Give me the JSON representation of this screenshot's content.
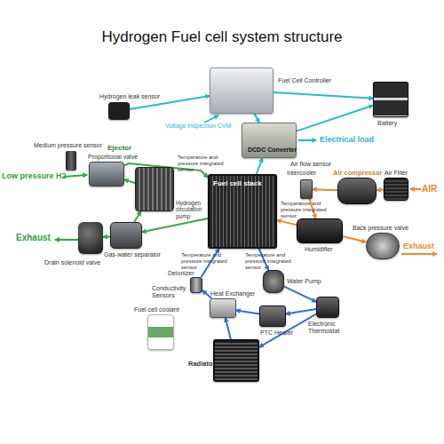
{
  "diagram": {
    "title": "Hydrogen Fuel cell system structure",
    "nodes": [
      {
        "text": [
          "Hydrogen leak sensor"
        ]
      },
      {
        "text": [
          "Fuel Cell Controller"
        ]
      },
      {
        "text": [
          "Battery"
        ]
      },
      {
        "text": [
          "DCDC Converter"
        ]
      },
      {
        "text": [
          "Medium pressure sensor"
        ]
      },
      {
        "text": [
          "Ejector",
          "Proportional valve"
        ]
      },
      {
        "text": [
          "Hydrogen circulation pump"
        ]
      },
      {
        "text": [
          "Fuel cell stack"
        ]
      },
      {
        "text": [
          "Gas-water separator"
        ]
      },
      {
        "text": [
          "Drain solenoid valve"
        ]
      },
      {
        "text": [
          "Air flow sensor",
          "Intercooler"
        ]
      },
      {
        "text": [
          "Air compressor"
        ]
      },
      {
        "text": [
          "Air Filter"
        ]
      },
      {
        "text": [
          "Humidifier"
        ]
      },
      {
        "text": [
          "Back pressure valve"
        ]
      },
      {
        "text": [
          "Water Pump"
        ]
      },
      {
        "text": [
          "Deionizer",
          "Conductivity Sensors"
        ]
      },
      {
        "text": [
          "Heat Exchanger"
        ]
      },
      {
        "text": [
          "Electronic Thermostat"
        ]
      },
      {
        "text": [
          "PTC Heater"
        ]
      },
      {
        "text": [
          "Fuel cell coolant"
        ]
      },
      {
        "text": [
          "Radiator"
        ]
      }
    ],
    "edges": [
      {
        "from": 0,
        "to": 1,
        "arrow": "to"
      },
      {
        "from": 1,
        "to": 2,
        "arrow": "to"
      },
      {
        "from": 1,
        "to": 3,
        "arrow": "to"
      },
      {
        "from": 3,
        "to": 2,
        "arrow": "to"
      },
      {
        "from": 7,
        "to": 3,
        "arrow": "to"
      },
      {
        "from": 5,
        "to": 7,
        "arrow": "to"
      },
      {
        "from": 7,
        "to": 8,
        "arrow": "to"
      },
      {
        "from": 8,
        "to": 6,
        "arrow": "to"
      },
      {
        "from": 6,
        "to": 5,
        "arrow": "to"
      },
      {
        "from": 8,
        "to": 9,
        "arrow": "to"
      },
      {
        "from": 12,
        "to": 11,
        "arrow": "to"
      },
      {
        "from": 11,
        "to": 10,
        "arrow": "to"
      },
      {
        "from": 10,
        "to": 13,
        "arrow": "to"
      },
      {
        "from": 13,
        "to": 7,
        "arrow": "to"
      },
      {
        "from": 13,
        "to": 14,
        "arrow": "to"
      },
      {
        "from": 7,
        "to": 15,
        "arrow": "to"
      },
      {
        "from": 15,
        "to": 18,
        "arrow": "to"
      },
      {
        "from": 18,
        "to": 19,
        "arrow": "to"
      },
      {
        "from": 19,
        "to": 17,
        "arrow": "to"
      },
      {
        "from": 18,
        "to": 21,
        "arrow": "to"
      },
      {
        "from": 21,
        "to": 17,
        "arrow": "to"
      },
      {
        "from": 17,
        "to": 16,
        "arrow": "to"
      },
      {
        "from": 16,
        "to": 7,
        "arrow": "to"
      }
    ],
    "labels": [
      "Voltage inspection CVM",
      "Electrical load",
      "Low pressure H2",
      "Temperature and pressure integrated sensor",
      "Temperature and pressure integrated sensor",
      "Temperature and pressure integrated sensor",
      "Temperature and pressure integrated sensor",
      "Exhaust",
      "AIR",
      "Exhaust"
    ]
  }
}
